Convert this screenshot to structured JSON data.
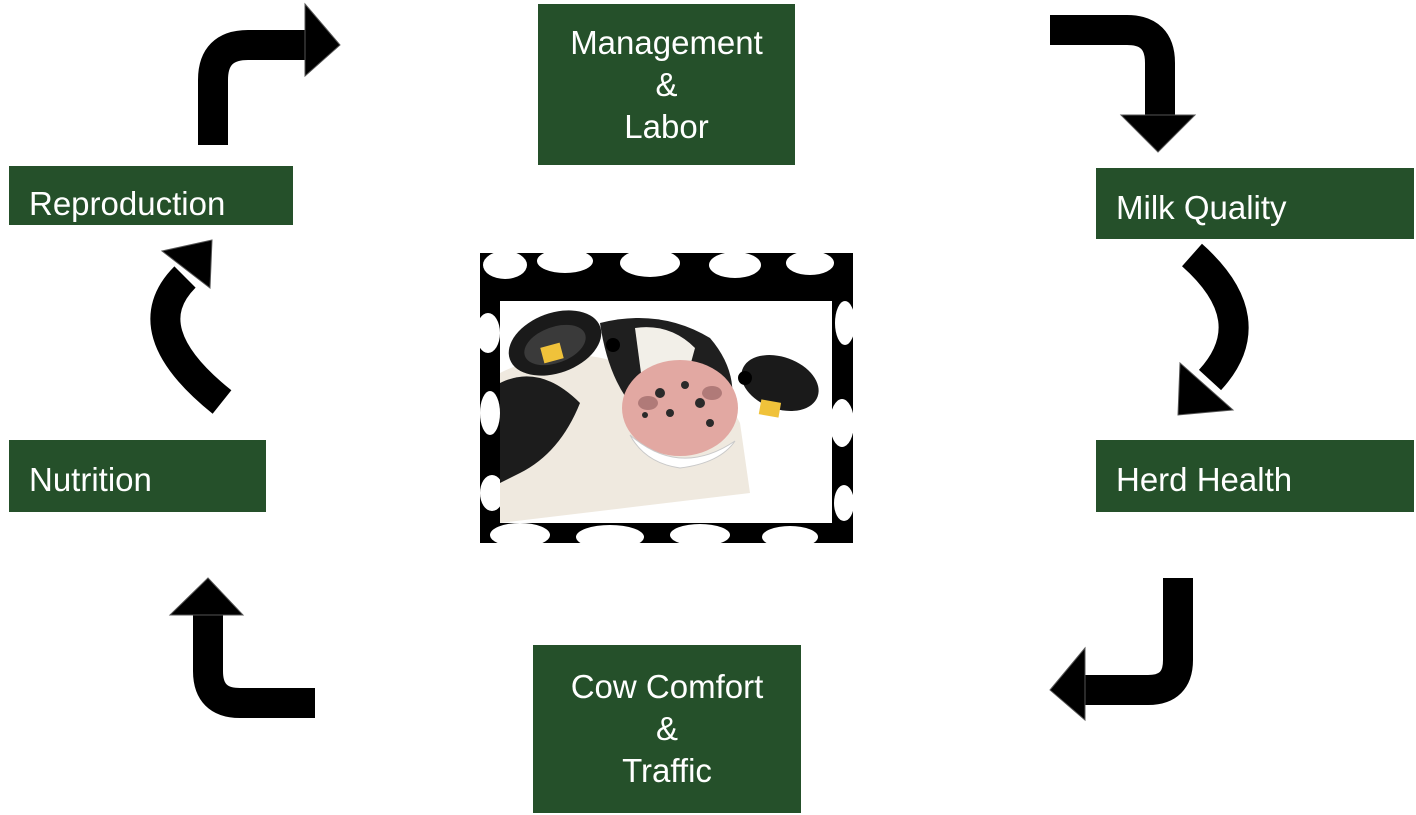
{
  "boxes": {
    "management": {
      "line1": "Management",
      "line2": "&",
      "line3": "Labor"
    },
    "milk_quality": {
      "label": "Milk Quality"
    },
    "herd_health": {
      "label": "Herd Health"
    },
    "cow_comfort": {
      "line1": "Cow Comfort",
      "line2": "&",
      "line3": "Traffic"
    },
    "nutrition": {
      "label": "Nutrition"
    },
    "reproduction": {
      "label": "Reproduction"
    }
  },
  "colors": {
    "box_fill": "#25502a",
    "box_text": "#ffffff",
    "arrow": "#000000"
  },
  "image": {
    "subject": "smiling cow with cow-print frame"
  }
}
